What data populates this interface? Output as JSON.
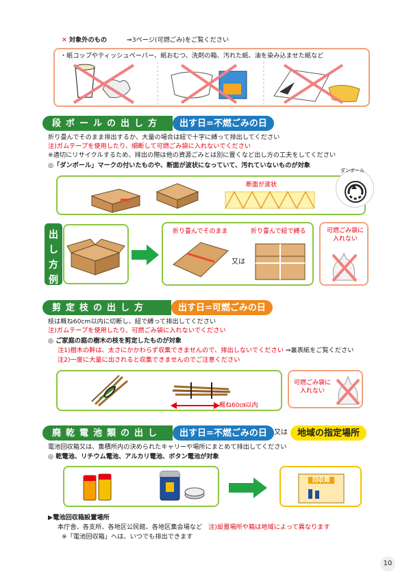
{
  "excluded": {
    "label": "対象外のもの",
    "ref": "⇒3ページ(可燃ごみ)をご覧ください",
    "items": "・紙コップやティッシュペーパー、紙おむつ、洗剤の箱、汚れた紙、油を染み込ませた紙など"
  },
  "cardboard": {
    "title": "段ボールの出し方",
    "day": "出す日=不燃ごみの日",
    "line1": "折り畳んでそのまま排出するか、大量の場合は紐で十字に縛って排出してください",
    "line2": "注)ガムテープを使用したり、細断して可燃ごみ袋に入れないでください",
    "line3": "※適切にリサイクルするため、排出の際は他の資源ごみとは別に置くなど出し方の工夫をしてください",
    "line4": "◎「ダンボール」マークの付いたものや、断面が波状になっていて、汚れていないものが対象",
    "wave_label": "断面が波状",
    "mark_label": "ダンボール",
    "side_tab": [
      "出",
      "し",
      "方",
      "例"
    ],
    "fold_label": "折り畳んでそのまま",
    "or_label": "又は",
    "tie_label": "折り畳んで紐で縛る",
    "no_bag": "可燃ごみ袋に\n入れない"
  },
  "branches": {
    "title": "剪定枝の出し方",
    "day": "出す日=可燃ごみの日",
    "line1": "枝は概ね60cm以内に切断し、紐で縛って排出してください",
    "line2": "注)ガムテープを使用したり、可燃ごみ袋に入れないでください",
    "line3": "◎ ご家庭の庭の樹木の枝を剪定したものが対象",
    "line4": "注1)樹木の幹は、太さにかかわらず収集できませんので、排出しないでください",
    "line4b": "⇒裏表紙をご覧ください",
    "line5": "注2)一度に大量に出されると収集できませんのでご注意ください",
    "length_label": "概ね60㎝以内",
    "no_bag": "可燃ごみ袋に\n入れない"
  },
  "batteries": {
    "title": "廃乾電池類の出し方",
    "day": "出す日=不燃ごみの日",
    "or_label": "又は",
    "place": "地域の指定場所",
    "line1": "電池回収箱又は、集積所内の決められたキャリーや場所にまとめて排出してください",
    "line2": "◎ 乾電池、リチウム電池、アルカリ電池、ボタン電池が対象",
    "box_label": "回収箱",
    "sites_head": "▶電池回収箱設置場所",
    "sites": "本庁舎、各支所、各地区公民館、各地区集会場など",
    "sites_note": "注)設置場所や箱は地域によって異なります",
    "anytime": "※「電池回収箱」へは、いつでも排出できます"
  },
  "page_number": "10"
}
